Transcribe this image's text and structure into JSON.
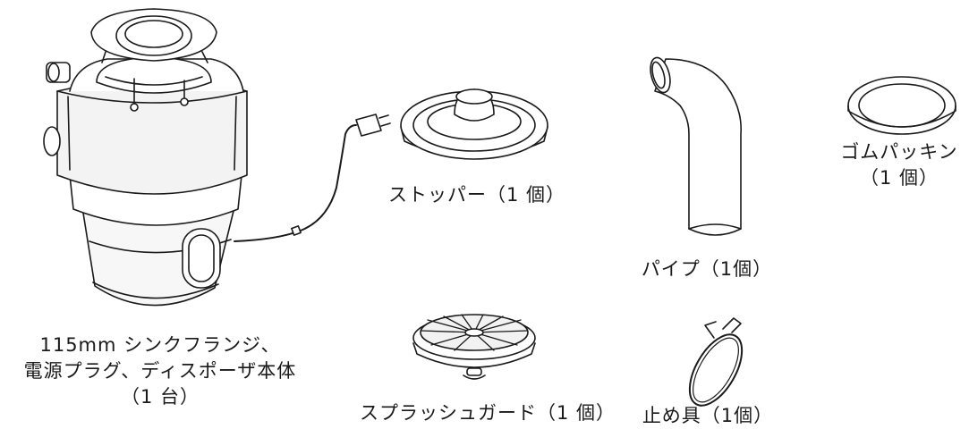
{
  "parts": {
    "disposer": {
      "line1": "115mm シンクフランジ、",
      "line2": "電源プラグ、ディスポーザ本体",
      "line3": "（1 台）"
    },
    "stopper": {
      "label": "ストッパー（1 個）"
    },
    "splash_guard": {
      "label": "スプラッシュガード（1 個）"
    },
    "pipe": {
      "label": "パイプ（1個）"
    },
    "clamp": {
      "label": "止め具（1個）"
    },
    "gasket": {
      "line1": "ゴムパッキン",
      "line2": "（1 個）"
    }
  }
}
